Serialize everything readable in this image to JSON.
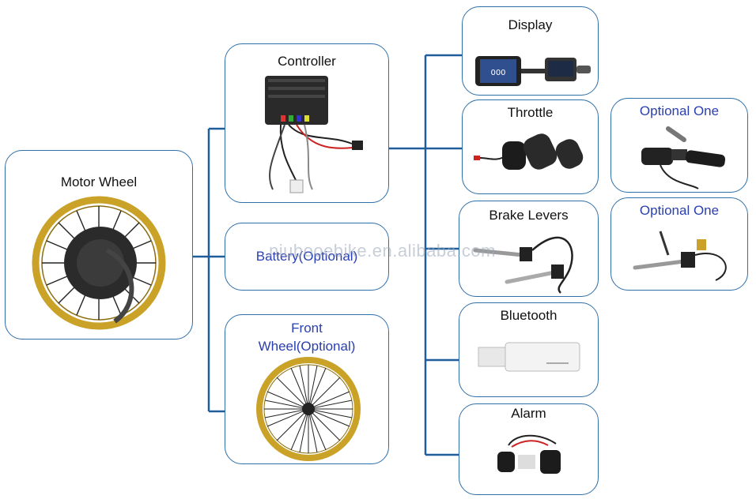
{
  "watermark": "niubooebike.en.alibaba.com",
  "colors": {
    "connector": "#1f5e9a",
    "border": "#2f6fa8",
    "optional_text": "#2a3fb0",
    "rim": "#c9a227"
  },
  "nodes": {
    "motor_wheel": {
      "label": "Motor Wheel",
      "icon": "hub-motor-wheel-image"
    },
    "controller": {
      "label": "Controller",
      "icon": "controller-image"
    },
    "battery": {
      "label": "Battery(Optional)"
    },
    "front_wheel": {
      "label_line1": "Front",
      "label_line2": "Wheel(Optional)",
      "icon": "spoked-wheel-image"
    },
    "display": {
      "label": "Display",
      "icon": "display-image"
    },
    "throttle": {
      "label": "Throttle",
      "icon": "throttle-grips-image"
    },
    "brake_levers": {
      "label": "Brake Levers",
      "icon": "brake-levers-image"
    },
    "bluetooth": {
      "label": "Bluetooth",
      "icon": "usb-dongle-image"
    },
    "alarm": {
      "label": "Alarm",
      "icon": "alarm-image"
    },
    "optional_throttle": {
      "label": "Optional One",
      "icon": "thumb-throttle-image"
    },
    "optional_brake": {
      "label": "Optional One",
      "icon": "brake-lever-image"
    }
  }
}
